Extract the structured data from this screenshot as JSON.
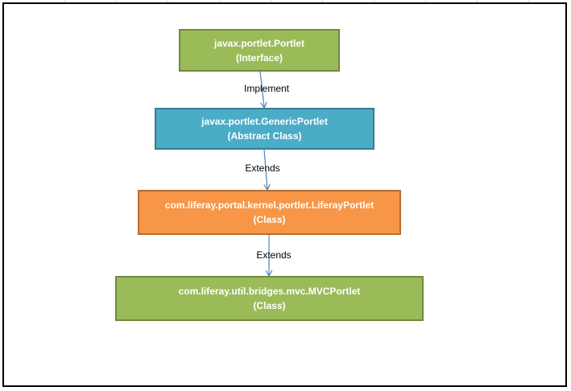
{
  "colors": {
    "green_fill": "#9bbb59",
    "green_border": "#71893f",
    "blue_fill": "#4bacc6",
    "blue_border": "#357d91",
    "orange_fill": "#f79646",
    "orange_border": "#b66d31",
    "connector": "#4f81bd"
  },
  "nodes": [
    {
      "name": "javax.portlet.Portlet",
      "type": "(Interface)"
    },
    {
      "name": "javax.portlet.GenericPortlet",
      "type": "(Abstract Class)"
    },
    {
      "name": "com.liferay.portal.kernel.portlet.LiferayPortlet",
      "type": "(Class)"
    },
    {
      "name": "com.liferay.util.bridges.mvc.MVCPortlet",
      "type": "(Class)"
    }
  ],
  "edges": [
    {
      "label": "Implement"
    },
    {
      "label": "Extends"
    },
    {
      "label": "Extends"
    }
  ]
}
